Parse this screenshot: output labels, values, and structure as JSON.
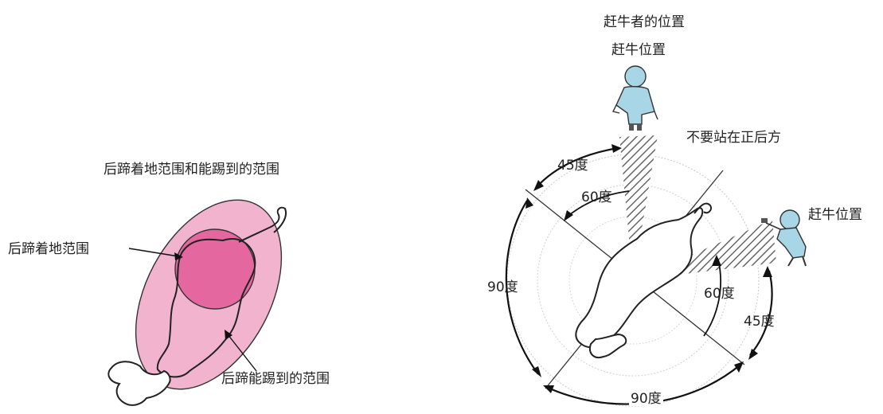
{
  "left_panel": {
    "title": "后蹄着地范围和能踢到的范围",
    "inner_label": "后蹄着地范围",
    "outer_label": "后蹄能踢到的范围",
    "colors": {
      "outer": "#f2b3cf",
      "inner": "#e4679f",
      "stroke": "#222222"
    }
  },
  "right_panel": {
    "top_label_line1": "赶牛者的位置",
    "top_label_line2": "赶牛位置",
    "side_worker_label": "赶牛位置",
    "warning": "不要站在正后方",
    "angles": {
      "upper_45": "45度",
      "upper_60": "60度",
      "left_90": "90度",
      "right_60": "60度",
      "right_45": "45度",
      "bottom_90": "90度"
    },
    "colors": {
      "worker": "#a9d6e6",
      "hatch": "#666666",
      "circle": "#bdbdbd"
    }
  }
}
